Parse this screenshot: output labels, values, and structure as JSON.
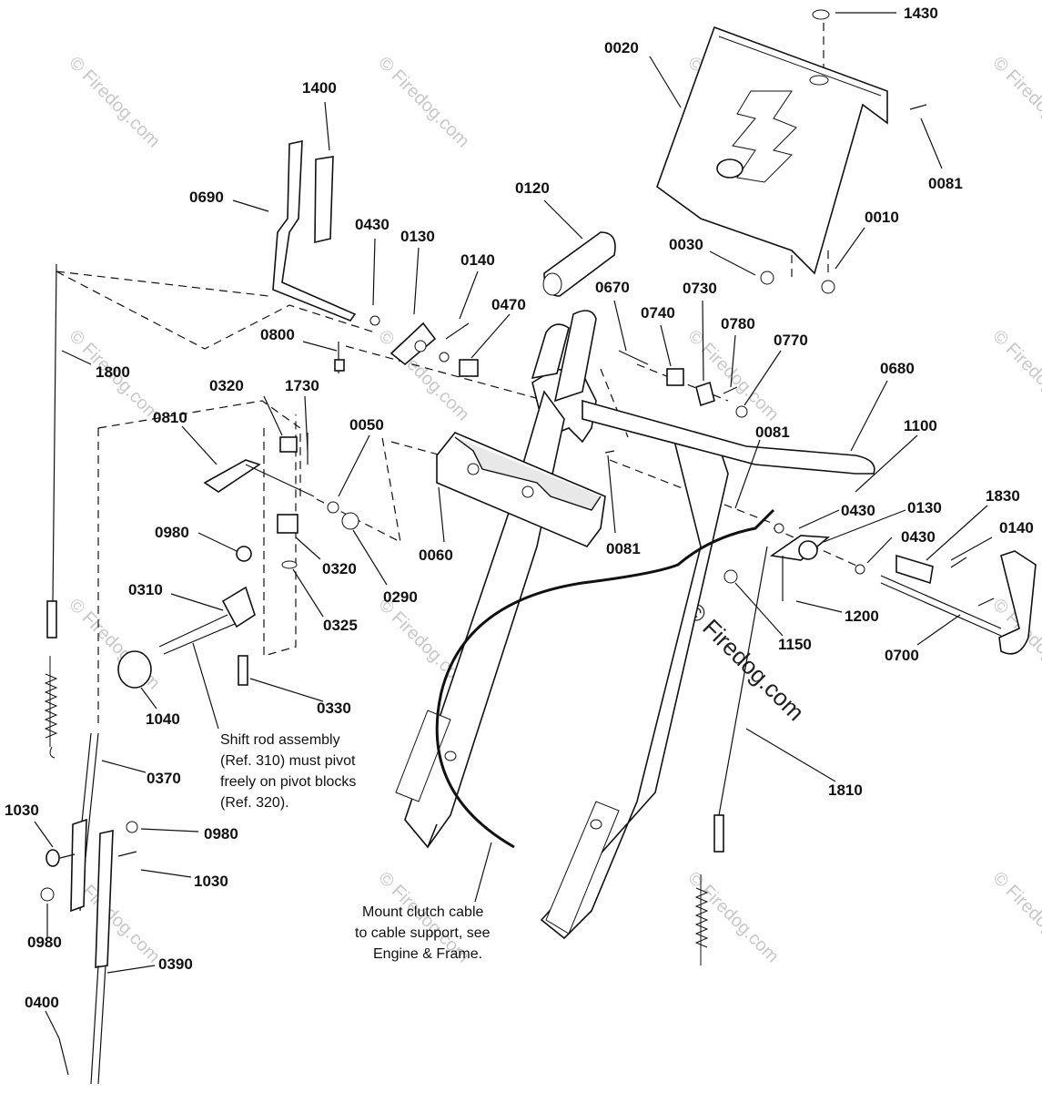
{
  "watermark": {
    "small_text": "© Firedog.com",
    "large_text": "© Firedog.com"
  },
  "part_labels": [
    {
      "id": "l1430",
      "text": "1430"
    },
    {
      "id": "l0020",
      "text": "0020"
    },
    {
      "id": "l0081a",
      "text": "0081"
    },
    {
      "id": "l1400",
      "text": "1400"
    },
    {
      "id": "l0690",
      "text": "0690"
    },
    {
      "id": "l0120",
      "text": "0120"
    },
    {
      "id": "l0010",
      "text": "0010"
    },
    {
      "id": "l0030",
      "text": "0030"
    },
    {
      "id": "l0430a",
      "text": "0430"
    },
    {
      "id": "l0130a",
      "text": "0130"
    },
    {
      "id": "l0140a",
      "text": "0140"
    },
    {
      "id": "l0470",
      "text": "0470"
    },
    {
      "id": "l0670",
      "text": "0670"
    },
    {
      "id": "l0730",
      "text": "0730"
    },
    {
      "id": "l0740",
      "text": "0740"
    },
    {
      "id": "l0780",
      "text": "0780"
    },
    {
      "id": "l0770",
      "text": "0770"
    },
    {
      "id": "l0800",
      "text": "0800"
    },
    {
      "id": "l1800",
      "text": "1800"
    },
    {
      "id": "l0680",
      "text": "0680"
    },
    {
      "id": "l0320a",
      "text": "0320"
    },
    {
      "id": "l1730",
      "text": "1730"
    },
    {
      "id": "l0810",
      "text": "0810"
    },
    {
      "id": "l0050",
      "text": "0050"
    },
    {
      "id": "l0081b",
      "text": "0081"
    },
    {
      "id": "l1100",
      "text": "1100"
    },
    {
      "id": "l1830",
      "text": "1830"
    },
    {
      "id": "l0430b",
      "text": "0430"
    },
    {
      "id": "l0130b",
      "text": "0130"
    },
    {
      "id": "l0430c",
      "text": "0430"
    },
    {
      "id": "l0140b",
      "text": "0140"
    },
    {
      "id": "l0980a",
      "text": "0980"
    },
    {
      "id": "l0060",
      "text": "0060"
    },
    {
      "id": "l0081c",
      "text": "0081"
    },
    {
      "id": "l0320b",
      "text": "0320"
    },
    {
      "id": "l0290",
      "text": "0290"
    },
    {
      "id": "l0310",
      "text": "0310"
    },
    {
      "id": "l0325",
      "text": "0325"
    },
    {
      "id": "l1200",
      "text": "1200"
    },
    {
      "id": "l1150",
      "text": "1150"
    },
    {
      "id": "l0700",
      "text": "0700"
    },
    {
      "id": "l1040",
      "text": "1040"
    },
    {
      "id": "l0330",
      "text": "0330"
    },
    {
      "id": "l0370",
      "text": "0370"
    },
    {
      "id": "l1810",
      "text": "1810"
    },
    {
      "id": "l1030a",
      "text": "1030"
    },
    {
      "id": "l0980b",
      "text": "0980"
    },
    {
      "id": "l1030b",
      "text": "1030"
    },
    {
      "id": "l0980c",
      "text": "0980"
    },
    {
      "id": "l0390",
      "text": "0390"
    },
    {
      "id": "l0400",
      "text": "0400"
    }
  ],
  "notes": {
    "shift_rod": [
      "Shift rod assembly",
      "(Ref. 310) must pivot",
      "freely on pivot blocks",
      "(Ref. 320)."
    ],
    "clutch_cable": [
      "Mount clutch cable",
      "to cable support, see",
      "Engine & Frame."
    ]
  }
}
